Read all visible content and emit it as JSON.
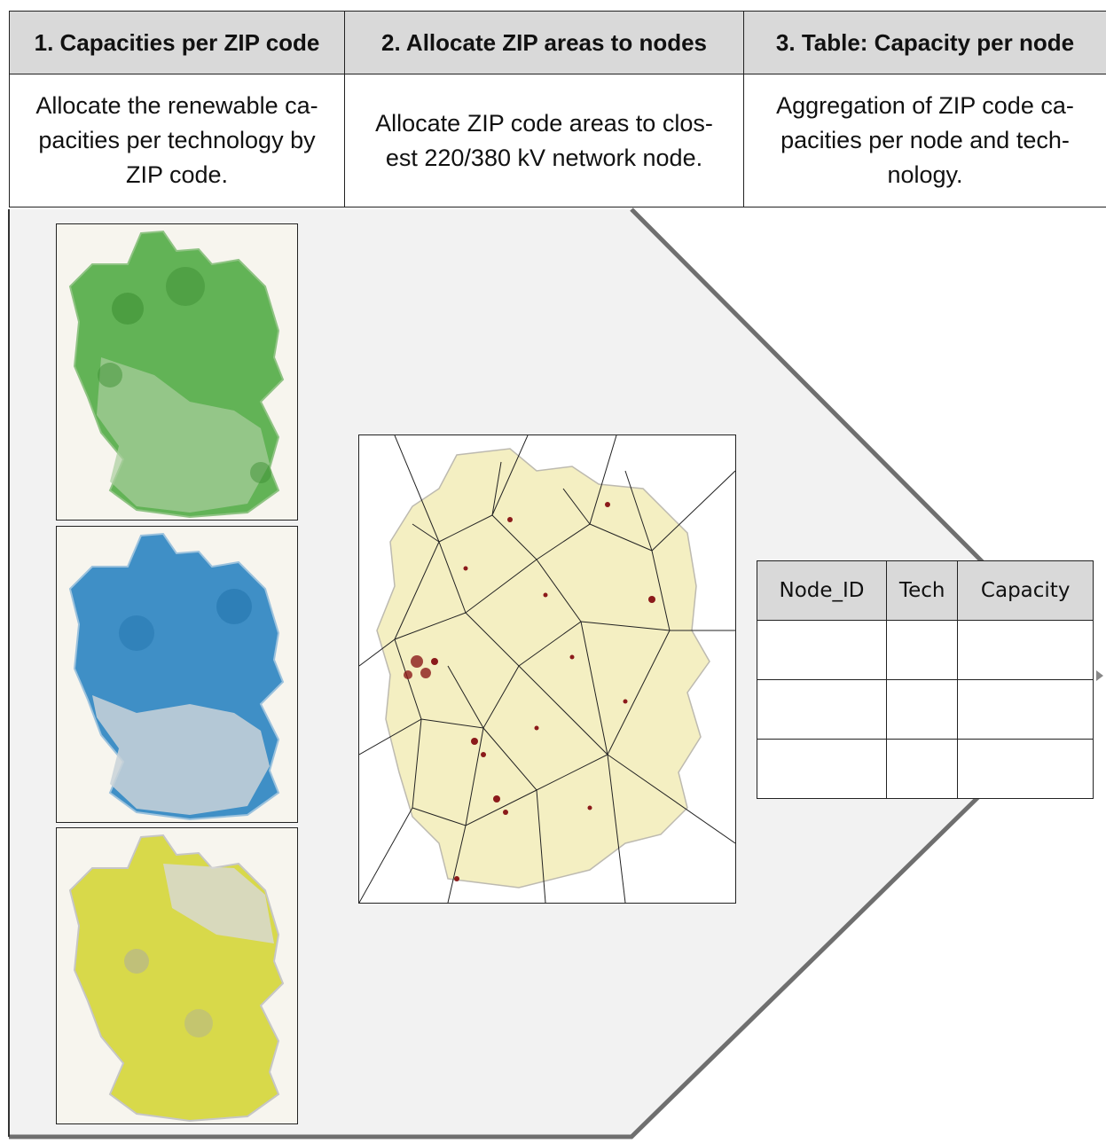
{
  "steps": [
    {
      "title": "1. Capacities per ZIP code",
      "description": "Allocate the renewable ca-pacities per technology by ZIP code."
    },
    {
      "title": "2. Allocate ZIP areas to nodes",
      "description": "Allocate ZIP code areas to clos-est 220/380 kV network node."
    },
    {
      "title": "3. Table: Capacity per node",
      "description": "Aggregation of ZIP code ca-pacities per node and tech-nology."
    }
  ],
  "desc_lines": {
    "s1": [
      "Allocate the renewable ca-",
      "pacities per technology by",
      "ZIP code."
    ],
    "s2": [
      "Allocate ZIP code areas to clos-",
      "est 220/380 kV network node."
    ],
    "s3": [
      "Aggregation of ZIP code ca-",
      "pacities per node and tech-",
      "nology."
    ]
  },
  "maps": {
    "tech_maps": [
      {
        "icon": "green-capacity-map-icon",
        "color": "#3a9a2f"
      },
      {
        "icon": "blue-capacity-map-icon",
        "color": "#2b7fb8"
      },
      {
        "icon": "yellow-capacity-map-icon",
        "color": "#d9d72a"
      }
    ],
    "voronoi_map": {
      "icon": "voronoi-node-map-icon",
      "fill": "#f4efc2",
      "node_color": "#8b1a1a"
    }
  },
  "output_table": {
    "headers": [
      "Node_ID",
      "Tech",
      "Capacity"
    ],
    "rows": [
      [
        "",
        "",
        ""
      ],
      [
        "",
        "",
        ""
      ],
      [
        "",
        "",
        ""
      ]
    ]
  },
  "colors": {
    "header_bg": "#d9d9d9",
    "panel_bg": "#f2f2f2",
    "panel_border": "#6f6f6f"
  }
}
